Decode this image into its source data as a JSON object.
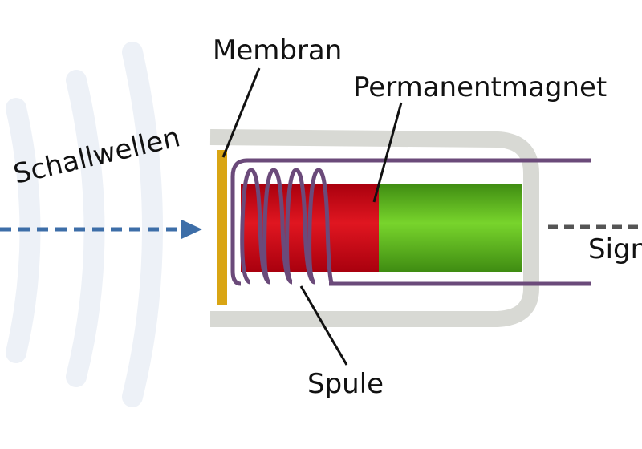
{
  "labels": {
    "membrane": "Membran",
    "magnet": "Permanentmagnet",
    "waves": "Schallwellen",
    "coil": "Spule",
    "signal": "Signal"
  },
  "colors": {
    "waves": "#edf1f7",
    "arrow": "#3d6ea8",
    "housing": "#d8d9d4",
    "membrane": "#d9a514",
    "coil": "#6b4a7a",
    "magnet_red": "#c8101b",
    "magnet_green": "#5fb821",
    "signal_line": "#555555",
    "text": "#111111"
  }
}
